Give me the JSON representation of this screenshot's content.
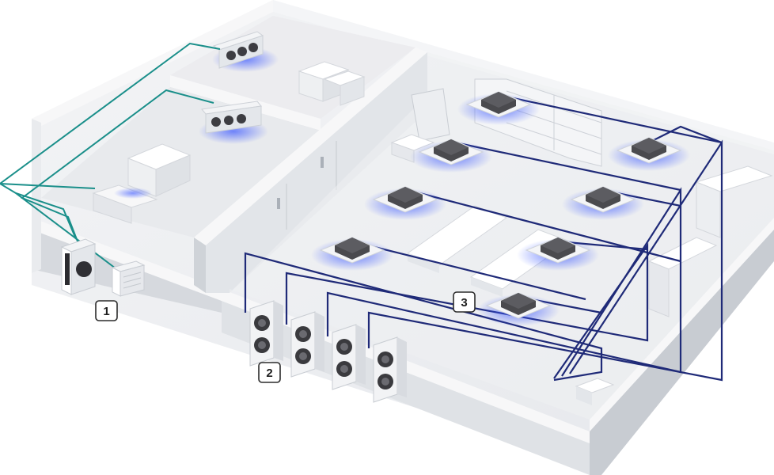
{
  "colors": {
    "floor": "#eceef1",
    "wall_top": "#f7f7f8",
    "wall_side": "#d9dce1",
    "wall_side_dark": "#c7cbd1",
    "refrigeration_pipe": "#1a8f8a",
    "hvac_pipe": "#1f2a78",
    "cassette_body": "#4a4a4e",
    "airflow": "#3f5bff"
  },
  "callouts": [
    {
      "label": "1"
    },
    {
      "label": "2"
    },
    {
      "label": "3"
    }
  ],
  "icons": {
    "outdoor_condensing_unit": "condensing-unit-icon",
    "wall_condenser": "wall-condenser-icon",
    "vrf_outdoor_unit": "vrf-outdoor-unit-icon",
    "ceiling_cassette": "ceiling-cassette-icon",
    "unit_cooler": "unit-cooler-icon"
  }
}
